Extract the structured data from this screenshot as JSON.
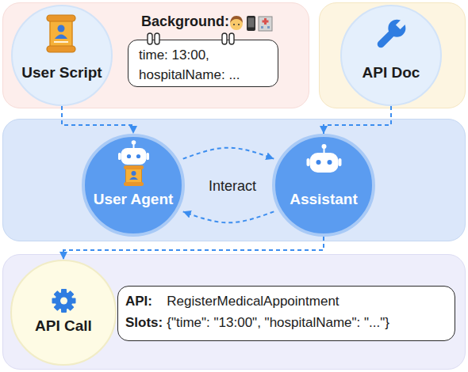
{
  "diagram": {
    "nodes": [
      {
        "text": []
      },
      {
        "text": [
          "User Script"
        ],
        "in": 0
      },
      {
        "text": [
          "Background:",
          "time: 13:00, hospitalName: ..."
        ],
        "in": 0
      },
      {
        "text": []
      },
      {
        "text": [
          "API Doc"
        ],
        "in": 3
      },
      {
        "text": []
      },
      {
        "text": [
          "User Agent"
        ],
        "in": 5
      },
      {
        "text": [
          "Assistant"
        ],
        "in": 5
      },
      {
        "text": []
      },
      {
        "text": [
          "API Call"
        ],
        "in": 8
      },
      {
        "text": [
          "API:",
          "RegisterMedicalAppointment",
          "Slots:",
          "{\"time\": \"13:00\", \"hospitalName\": \"...\"}"
        ],
        "in": 8
      }
    ],
    "edges": [
      {
        "from": 1,
        "to": 6,
        "arrow": "to"
      },
      {
        "from": 4,
        "to": 7,
        "arrow": "to"
      },
      {
        "from": 6,
        "to": 7,
        "arrow": "to",
        "label": "Interact"
      },
      {
        "from": 7,
        "to": 6,
        "arrow": "to"
      },
      {
        "from": 7,
        "to": 9,
        "arrow": "to"
      }
    ]
  }
}
